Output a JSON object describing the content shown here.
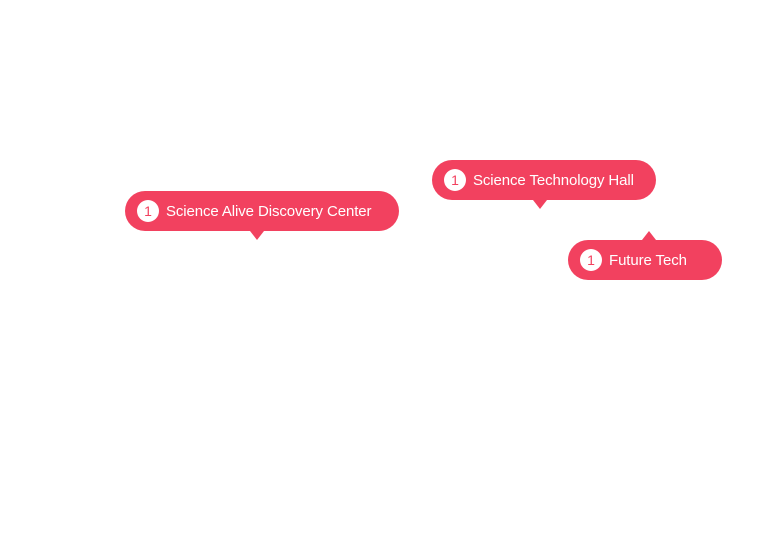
{
  "accent_color": "#f2415f",
  "markers": [
    {
      "count": "1",
      "label": "Science Alive Discovery Center",
      "pointer": "down"
    },
    {
      "count": "1",
      "label": "Science Technology Hall",
      "pointer": "down"
    },
    {
      "count": "1",
      "label": "Future Tech",
      "pointer": "up"
    }
  ]
}
